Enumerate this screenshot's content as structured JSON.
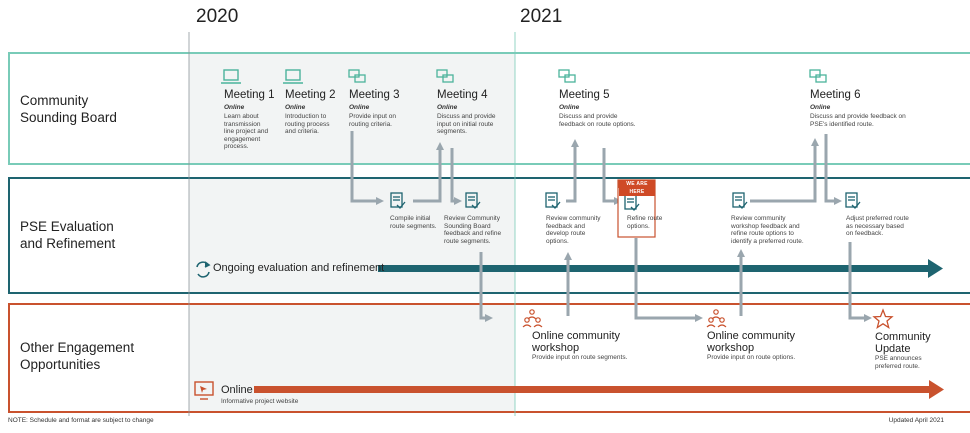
{
  "years": [
    "2020",
    "2021"
  ],
  "lanes": {
    "community": {
      "label": "Community\nSounding Board",
      "color": "#79cbb8"
    },
    "pse": {
      "label": "PSE Evaluation\nand Refinement",
      "color": "#1e6470"
    },
    "other": {
      "label": "Other Engagement\nOpportunities",
      "color": "#c9522e"
    }
  },
  "meetings": [
    {
      "title": "Meeting 1",
      "mode": "Online",
      "desc": "Learn about\ntransmission\nline project and\nengagement\nprocess.",
      "icon": "laptop-icon"
    },
    {
      "title": "Meeting 2",
      "mode": "Online",
      "desc": "Introduction to\nrouting process\nand criteria.",
      "icon": "laptop-icon"
    },
    {
      "title": "Meeting 3",
      "mode": "Online",
      "desc": "Provide input on\nrouting criteria.",
      "icon": "chat-icon"
    },
    {
      "title": "Meeting 4",
      "mode": "Online",
      "desc": "Discuss and provide\ninput on initial route\nsegments.",
      "icon": "chat-icon"
    },
    {
      "title": "Meeting 5",
      "mode": "Online",
      "desc": "Discuss and provide\nfeedback on route options.",
      "icon": "chat-icon"
    },
    {
      "title": "Meeting 6",
      "mode": "Online",
      "desc": "Discuss and provide feedback on\nPSE's identified route.",
      "icon": "chat-icon"
    }
  ],
  "pse_steps": [
    "Compile initial\nroute segments.",
    "Review Community\nSounding Board\nfeedback and refine\nroute segments.",
    "Review community\nfeedback and\ndevelop route\noptions.",
    "Refine route\noptions.",
    "Review community\nworkshop feedback and\nrefine route options to\nidentify a preferred route.",
    "Adjust preferred route\nas necessary based\non feedback."
  ],
  "we_are_here": "WE ARE HERE",
  "ongoing_label": "Ongoing evaluation and refinement",
  "workshops": [
    {
      "title": "Online community\nworkshop",
      "desc": "Provide input on route segments."
    },
    {
      "title": "Online community\nworkshop",
      "desc": "Provide input on route options."
    }
  ],
  "community_update": {
    "title": "Community\nUpdate",
    "desc": "PSE announces\npreferred route."
  },
  "online": {
    "title": "Online",
    "desc": "Informative project website"
  },
  "footer": {
    "note": "NOTE: Schedule and format are subject to change",
    "updated": "Updated April 2021"
  },
  "colors": {
    "teal_light": "#79cbb8",
    "teal_dark": "#1e6470",
    "orange": "#c9522e",
    "arrow_gray": "#9aa6ae",
    "icon_teal": "#4bb39c",
    "icon_dark": "#1e6470"
  }
}
